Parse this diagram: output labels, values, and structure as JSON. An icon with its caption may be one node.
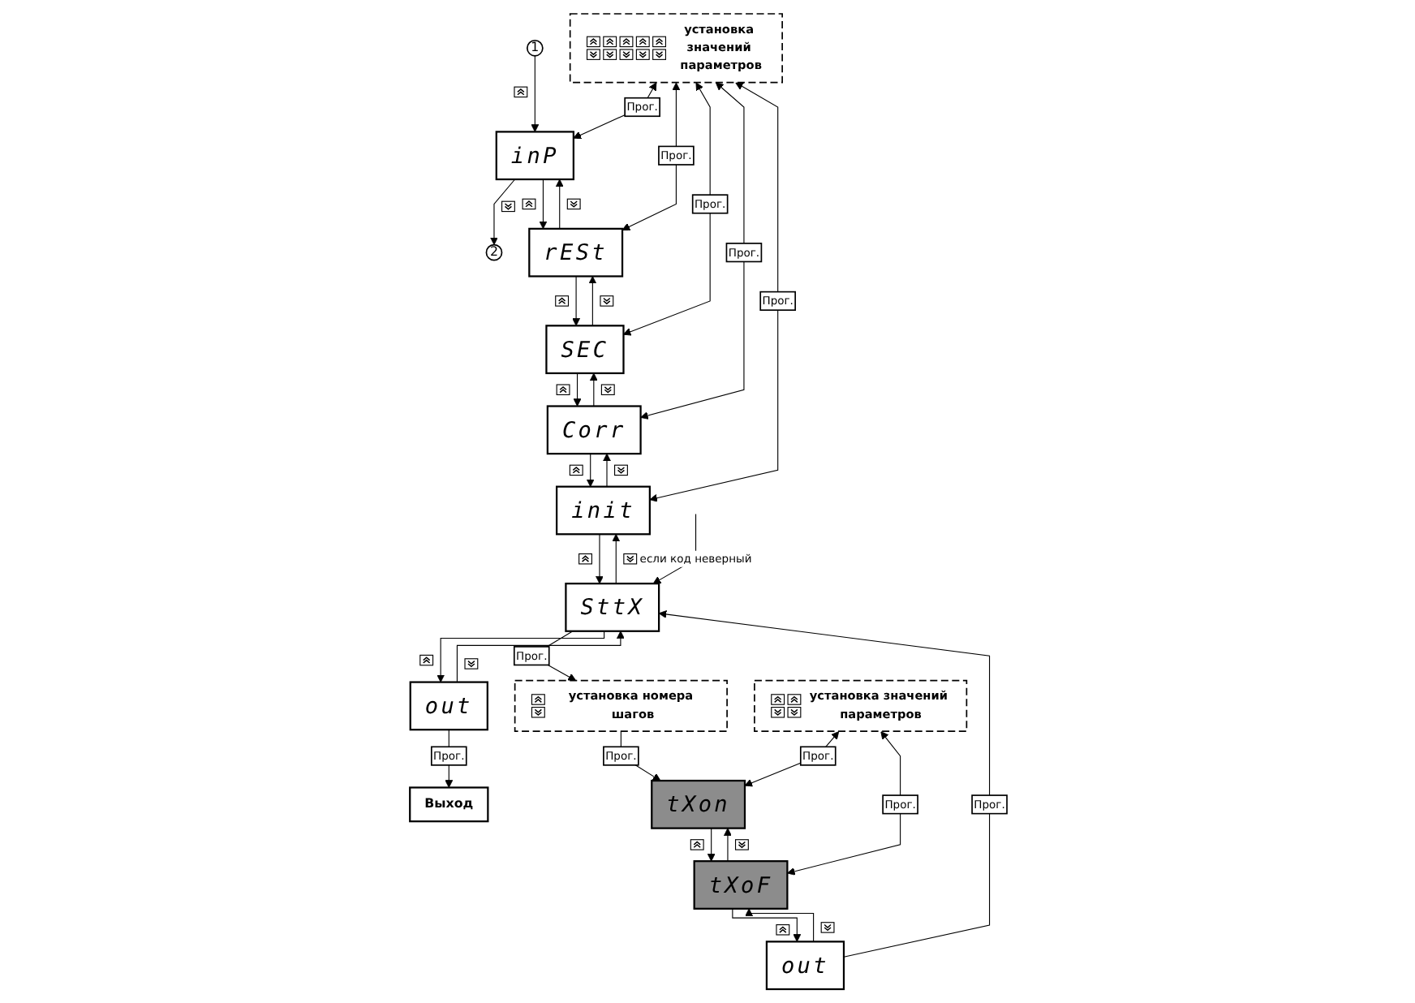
{
  "diagram": {
    "nodes": [
      {
        "text": [
          "1"
        ]
      },
      {
        "text": [
          "2"
        ]
      },
      {
        "text": [
          "inP"
        ]
      },
      {
        "text": [
          "rESt"
        ]
      },
      {
        "text": [
          "SEC"
        ]
      },
      {
        "text": [
          "Corr"
        ]
      },
      {
        "text": [
          "init"
        ]
      },
      {
        "text": [
          "SttX"
        ]
      },
      {
        "text": [
          "out"
        ]
      },
      {
        "text": [
          "Выход"
        ]
      },
      {
        "text": [
          "установка значений параметров"
        ]
      },
      {
        "text": [
          "установка номера шагов"
        ]
      },
      {
        "text": [
          "tXon"
        ]
      },
      {
        "text": [
          "tXoF"
        ]
      },
      {
        "text": [
          "установка значений параметров"
        ]
      },
      {
        "text": [
          "out"
        ]
      }
    ],
    "edges": [
      {
        "from": 0,
        "to": 2,
        "arrow": "to"
      },
      {
        "from": 2,
        "to": 1,
        "arrow": "to"
      },
      {
        "from": 2,
        "to": 3,
        "arrow": "to"
      },
      {
        "from": 3,
        "to": 2,
        "arrow": "to"
      },
      {
        "from": 3,
        "to": 4,
        "arrow": "to"
      },
      {
        "from": 4,
        "to": 3,
        "arrow": "to"
      },
      {
        "from": 4,
        "to": 5,
        "arrow": "to"
      },
      {
        "from": 5,
        "to": 4,
        "arrow": "to"
      },
      {
        "from": 5,
        "to": 6,
        "arrow": "to"
      },
      {
        "from": 6,
        "to": 5,
        "arrow": "to"
      },
      {
        "from": 6,
        "to": 7,
        "arrow": "to"
      },
      {
        "from": 7,
        "to": 6,
        "arrow": "to"
      },
      {
        "from": 7,
        "to": 8,
        "arrow": "to"
      },
      {
        "from": 8,
        "to": 7,
        "arrow": "to"
      },
      {
        "from": 8,
        "to": 9,
        "arrow": "to",
        "label": "Прог."
      },
      {
        "from": 10,
        "to": 2,
        "arrow": "both",
        "label": "Прог."
      },
      {
        "from": 10,
        "to": 3,
        "arrow": "both",
        "label": "Прог."
      },
      {
        "from": 10,
        "to": 4,
        "arrow": "both",
        "label": "Прог."
      },
      {
        "from": 10,
        "to": 5,
        "arrow": "both",
        "label": "Прог."
      },
      {
        "from": 10,
        "to": 6,
        "arrow": "both",
        "label": "Прог."
      },
      {
        "from": null,
        "to": 7,
        "arrow": "to",
        "label": "если код неверный"
      },
      {
        "from": 7,
        "to": 11,
        "arrow": "to",
        "label": "Прог."
      },
      {
        "from": 11,
        "to": 12,
        "arrow": "to",
        "label": "Прог."
      },
      {
        "from": 12,
        "to": 13,
        "arrow": "to"
      },
      {
        "from": 13,
        "to": 12,
        "arrow": "to"
      },
      {
        "from": 13,
        "to": 15,
        "arrow": "to"
      },
      {
        "from": 15,
        "to": 13,
        "arrow": "to"
      },
      {
        "from": 14,
        "to": 12,
        "arrow": "both",
        "label": "Прог."
      },
      {
        "from": 14,
        "to": 13,
        "arrow": "both",
        "label": "Прог."
      },
      {
        "from": 15,
        "to": 7,
        "arrow": "to",
        "label": "Прог."
      }
    ]
  }
}
